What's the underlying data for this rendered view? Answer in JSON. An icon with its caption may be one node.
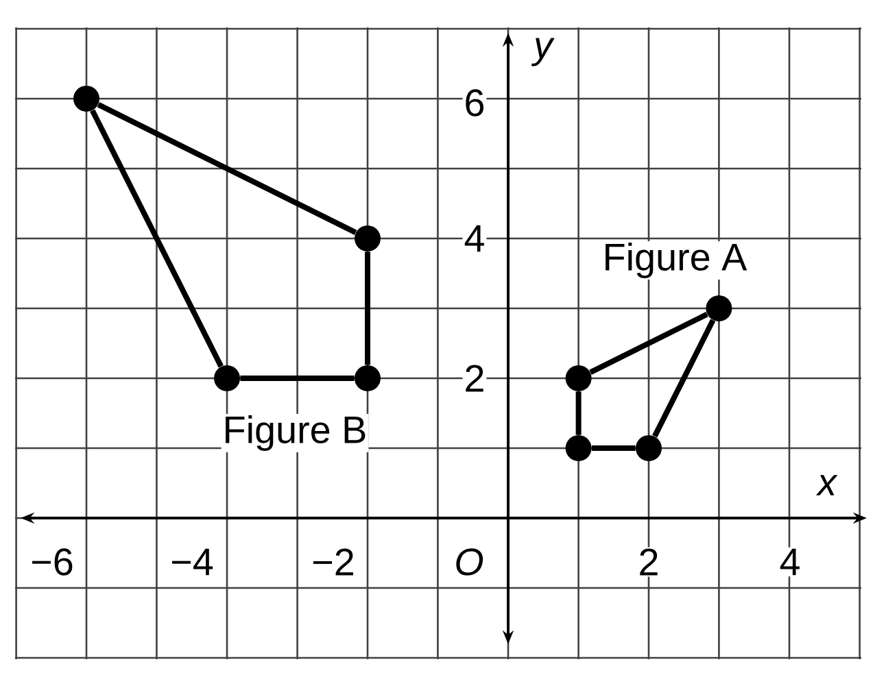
{
  "diagram": {
    "nodes": [
      {
        "text": [],
        "shape": "circle"
      },
      {
        "text": [],
        "shape": "circle"
      },
      {
        "text": [],
        "shape": "circle"
      },
      {
        "text": [],
        "shape": "circle"
      },
      {
        "text": [],
        "shape": "circle"
      },
      {
        "text": [],
        "shape": "circle"
      },
      {
        "text": [],
        "shape": "circle"
      },
      {
        "text": [],
        "shape": "circle"
      }
    ],
    "edges": [
      {
        "from": 0,
        "to": 1,
        "arrow": "none"
      },
      {
        "from": 1,
        "to": 3,
        "arrow": "none"
      },
      {
        "from": 3,
        "to": 2,
        "arrow": "none"
      },
      {
        "from": 2,
        "to": 0,
        "arrow": "none"
      },
      {
        "from": 4,
        "to": 5,
        "arrow": "none"
      },
      {
        "from": 5,
        "to": 7,
        "arrow": "none"
      },
      {
        "from": 7,
        "to": 6,
        "arrow": "none"
      },
      {
        "from": 6,
        "to": 4,
        "arrow": "none"
      }
    ],
    "labels": [
      "y",
      "6",
      "4",
      "Figure A",
      "2",
      "Figure B",
      "x",
      "−6",
      "−4",
      "−2",
      "O",
      "2",
      "4"
    ]
  }
}
